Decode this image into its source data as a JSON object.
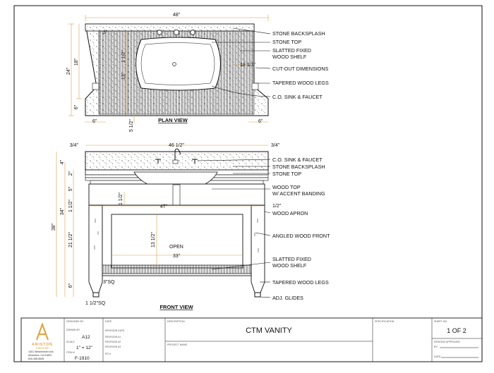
{
  "plan_view": {
    "title": "PLAN VIEW",
    "dims": {
      "width": "48\"",
      "depth_total": "24\"",
      "depth_upper": "18\"",
      "depth_lower": "6\"",
      "side_small": "3\"",
      "corner_left": "6\"",
      "corner_right": "6\"",
      "bowl_side": "18 1/2\"",
      "left_vert_a": "1 1/2\"",
      "left_vert_b": "13\"",
      "bottom_small": "5 1/2\""
    },
    "callouts": [
      "STONE BACKSPLASH",
      "STONE TOP",
      "SLATTED FIXED",
      "WOOD SHELF",
      "CUT-OUT DIMENSIONS",
      "TAPERED WOOD LEGS",
      "C.O. SINK & FAUCET"
    ]
  },
  "front_view": {
    "title": "FRONT VIEW",
    "dims": {
      "top_width": "46 1/2\"",
      "left_3_4": "3/4\"",
      "right_3_4": "3/4\"",
      "height_38": "38\"",
      "height_34": "34\"",
      "height_4": "4\"",
      "h_2": "2\"",
      "h_5": "5\"",
      "h_1_1_2": "1 1/2\"",
      "h_21_1_2": "21 1/2\"",
      "h_6": "6\"",
      "inner_width_47": "47\"",
      "opening_33": "33\"",
      "opening_13_1_2": "13 1/2\"",
      "right_1_2": "1/2\"",
      "leg_sq": "3\"SQ",
      "foot_sq": "1 1/2\"SQ",
      "open_label": "OPEN"
    },
    "callouts": [
      "C.O. SINK & FAUCET",
      "STONE BACKSPLASH",
      "STONE TOP",
      "WOOD TOP",
      "W/ ACCENT BANDING",
      "WOOD APRON",
      "ANGLED WOOD FRONT",
      "SLATTED FIXED",
      "WOOD SHELF",
      "TAPERED WOOD LEGS",
      "ADJ. GLIDES"
    ]
  },
  "title_block": {
    "logo_text": "ARISTON",
    "logo_sub": "FURNITURE",
    "address_lines": [
      "1501 Westminster Ave.",
      "Alhambra, CA 91803",
      "626-458-8606"
    ],
    "designer_label": "DESIGNED BY",
    "date_label": "DATE",
    "description_label": "DESCRIPTION",
    "specification_label": "SPECIFICATION",
    "sheet_no_label": "SHEET NO.",
    "drawn_label": "DRAWN BY",
    "drawn_value": "A12",
    "scale_label": "SCALE",
    "scale_value": "1\" = 12\"",
    "item_label": "ITEM #",
    "item_value": "F-1910",
    "revision_date_label": "REVISION DATE",
    "revision_lines": [
      "REVISION #1",
      "REVISION #2",
      "REVISION #3"
    ],
    "page_label": "PG #",
    "project_name_label": "PROJECT NAME",
    "title": "CTM VANITY",
    "sheet": "1 OF 2",
    "approved_label": "DESIGNS APPROVED",
    "by_label": "BY:",
    "date2_label": "DATE:"
  }
}
